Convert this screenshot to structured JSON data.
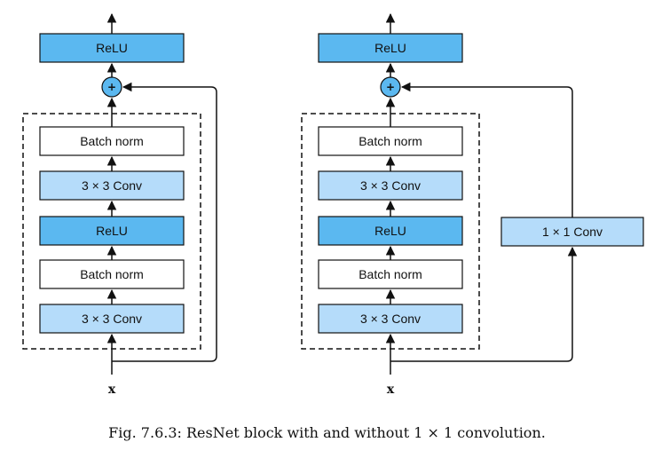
{
  "diagram": {
    "colors": {
      "relu": "#5bb8f0",
      "conv": "#b5dcfa",
      "norm": "#ffffff",
      "stroke": "#111111"
    },
    "left_block": {
      "output_relu": "ReLU",
      "add_symbol": "+",
      "layers": [
        "Batch norm",
        "3 × 3 Conv",
        "ReLU",
        "Batch norm",
        "3 × 3 Conv"
      ],
      "input_label": "x"
    },
    "right_block": {
      "output_relu": "ReLU",
      "add_symbol": "+",
      "layers": [
        "Batch norm",
        "3 × 3 Conv",
        "ReLU",
        "Batch norm",
        "3 × 3 Conv"
      ],
      "shortcut_label": "1 × 1 Conv",
      "input_label": "x"
    }
  },
  "caption": "Fig. 7.6.3: ResNet block with and without 1 × 1 convolution."
}
